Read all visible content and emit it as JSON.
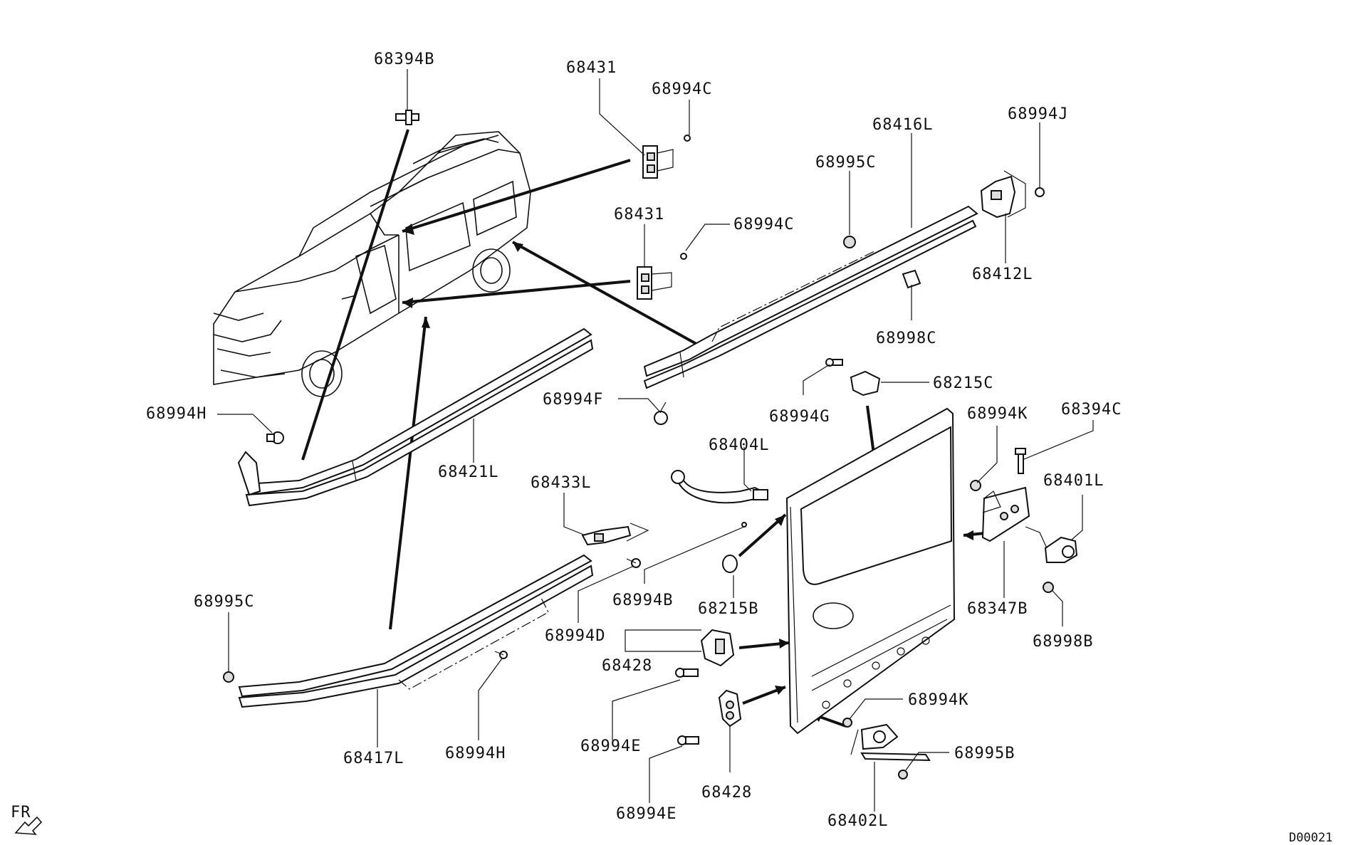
{
  "diagram": {
    "code": "D00021",
    "direction_label": "FR",
    "icons": [
      "van-outline",
      "arrow-front-icon"
    ]
  },
  "labels": {
    "p68394B": "68394B",
    "p68431_top": "68431",
    "p68994C_top": "68994C",
    "p68431_mid": "68431",
    "p68994C_mid": "68994C",
    "p68416L": "68416L",
    "p68994J": "68994J",
    "p68995C_top": "68995C",
    "p68412L": "68412L",
    "p68998C": "68998C",
    "p68215C": "68215C",
    "p68994G": "68994G",
    "p68994F": "68994F",
    "p68994H_left": "68994H",
    "p68421L": "68421L",
    "p68433L": "68433L",
    "p68404L": "68404L",
    "p68994K_top": "68994K",
    "p68394C": "68394C",
    "p68401L": "68401L",
    "p68994B": "68994B",
    "p68215B": "68215B",
    "p68347B": "68347B",
    "p68998B": "68998B",
    "p68995C_left": "68995C",
    "p68994D": "68994D",
    "p68428_top": "68428",
    "p68994K_bottom": "68994K",
    "p68995B": "68995B",
    "p68994E_mid": "68994E",
    "p68428_bottom": "68428",
    "p68994E_bottom": "68994E",
    "p68417L": "68417L",
    "p68994H_bottom": "68994H",
    "p68402L": "68402L"
  }
}
